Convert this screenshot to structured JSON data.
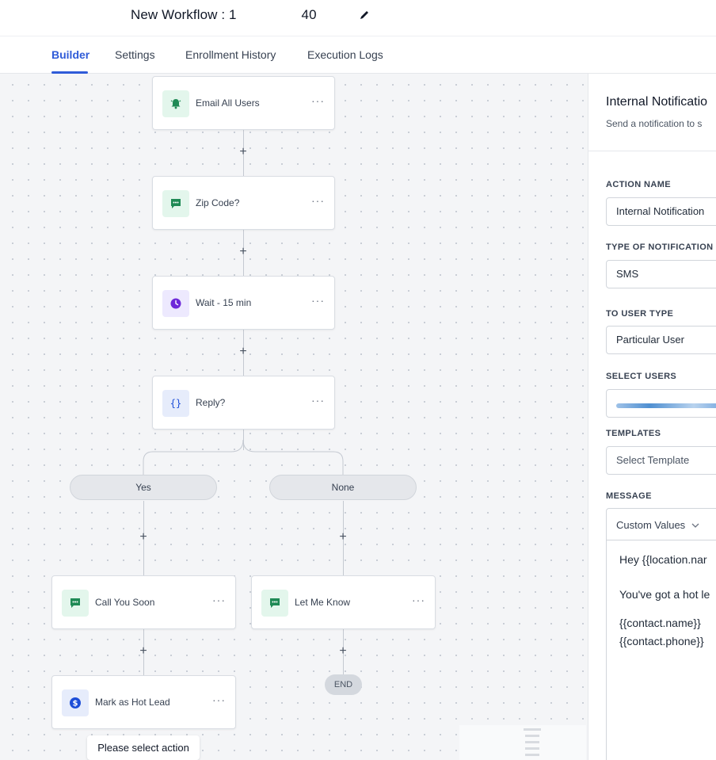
{
  "header": {
    "workflow_title": "New Workflow : 1                 40"
  },
  "tabs": [
    {
      "label": "Builder"
    },
    {
      "label": "Settings"
    },
    {
      "label": "Enrollment History"
    },
    {
      "label": "Execution Logs"
    }
  ],
  "workflow": {
    "nodes": {
      "email_all_users": "Email All Users",
      "zip_code": "Zip Code?",
      "wait": "Wait - 15 min",
      "reply": "Reply?",
      "call_you_soon": "Call You Soon",
      "let_me_know": "Let Me Know",
      "mark_hot_lead": "Mark as Hot Lead"
    },
    "branches": {
      "yes": "Yes",
      "none": "None"
    },
    "end_label": "END",
    "more_label": "···",
    "plus_label": "+",
    "tooltip": "Please select action"
  },
  "panel": {
    "title": "Internal Notificatio",
    "subtitle": "Send a notification to s",
    "fields": {
      "action_name": {
        "label": "ACTION NAME",
        "value": "Internal Notification"
      },
      "notification_type": {
        "label": "TYPE OF NOTIFICATION",
        "value": "SMS"
      },
      "user_type": {
        "label": "TO USER TYPE",
        "value": "Particular User"
      },
      "select_users": {
        "label": "SELECT USERS"
      },
      "templates": {
        "label": "TEMPLATES",
        "placeholder": "Select Template"
      },
      "message": {
        "label": "MESSAGE",
        "custom_values": "Custom Values",
        "lines": [
          "Hey {{location.nar",
          "You've got a hot le",
          "{{contact.name}}",
          "{{contact.phone}}"
        ]
      }
    }
  },
  "colors": {
    "accent": "#2f5bd8",
    "sms_green": "#1f8a55",
    "wait_purple": "#6d28d9",
    "lead_blue": "#1d4ed8"
  }
}
